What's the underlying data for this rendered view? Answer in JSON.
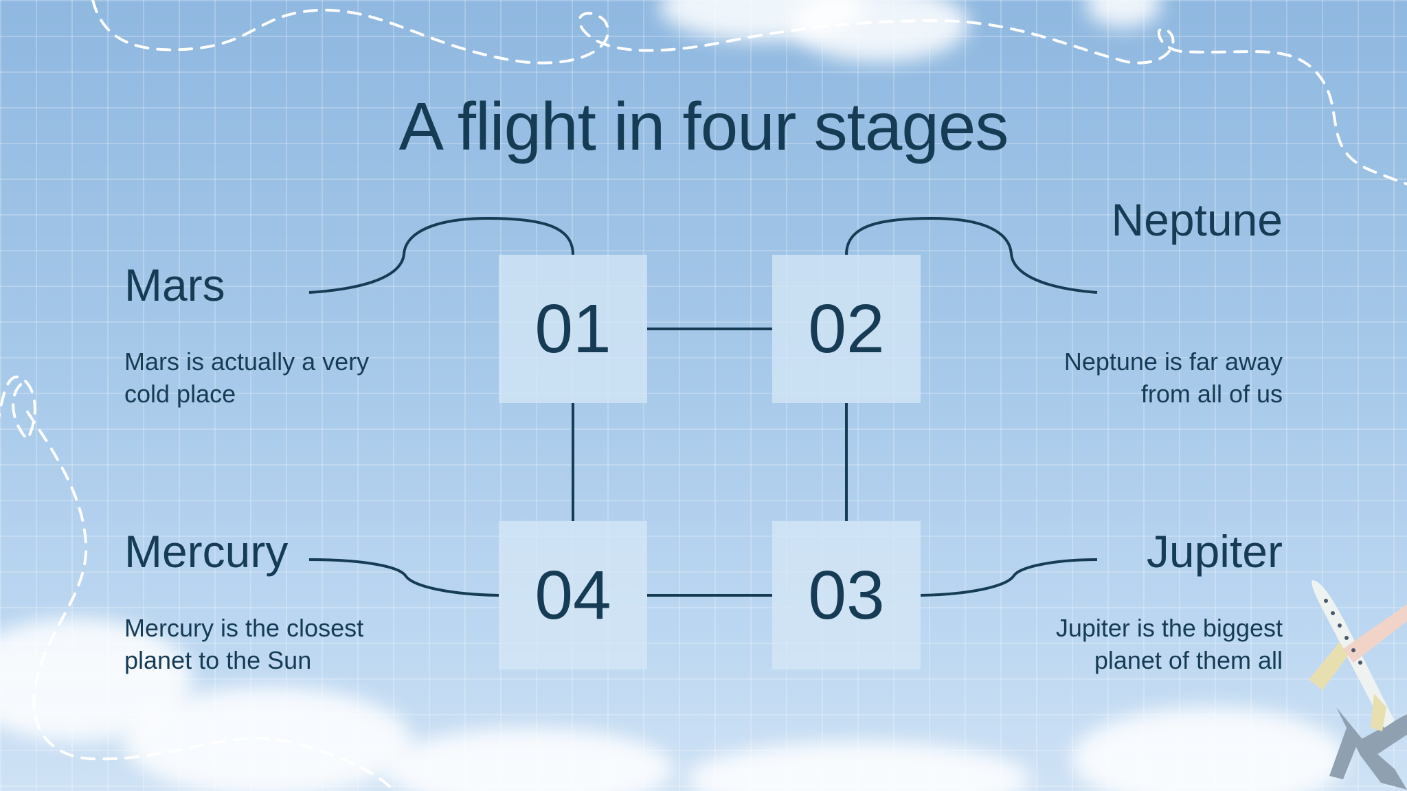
{
  "slide": {
    "title": "A flight in four stages",
    "stages": [
      {
        "number": "01",
        "heading": "Mars",
        "text": "Mars is actually a very cold place"
      },
      {
        "number": "02",
        "heading": "Neptune",
        "text": "Neptune is far away from all of us"
      },
      {
        "number": "03",
        "heading": "Jupiter",
        "text": "Jupiter is the biggest planet of them all"
      },
      {
        "number": "04",
        "heading": "Mercury",
        "text": "Mercury is the closest planet to the Sun"
      }
    ]
  },
  "colors": {
    "text": "#163c55",
    "box": "#d6e7f6",
    "sky": "#a6c8e9",
    "dash": "#ffffff"
  },
  "icons": [
    "airplane-icon",
    "airplane-shadow-icon",
    "cloud-shape",
    "dashed-flight-path"
  ]
}
